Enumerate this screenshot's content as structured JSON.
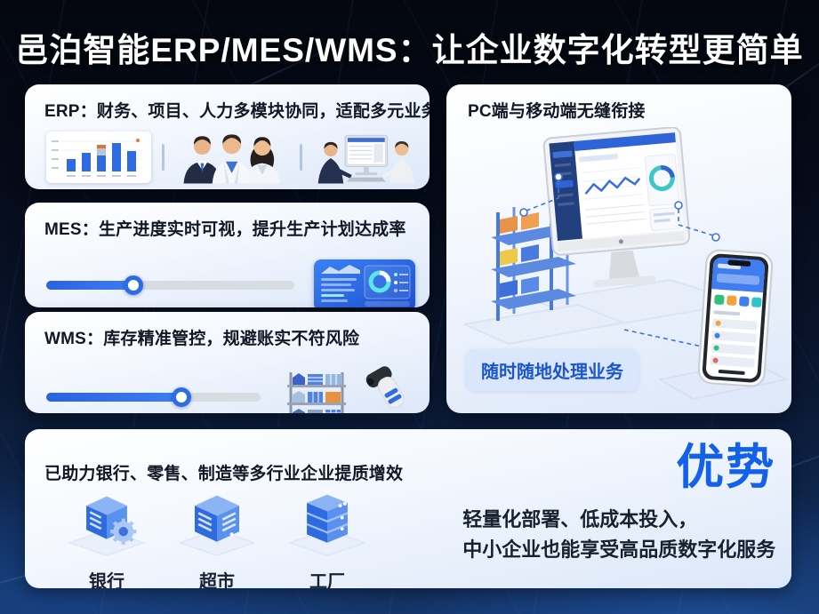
{
  "page": {
    "title": "邑泊智能ERP/MES/WMS：让企业数字化转型更简单"
  },
  "erp_card": {
    "heading": "ERP：财务、项目、人力多模块协同，适配多元业务场景"
  },
  "mes_card": {
    "heading": "MES：生产进度实时可视，提升生产计划达成率",
    "progress_percent": 35
  },
  "wms_card": {
    "heading": "WMS：库存精准管控，规避账实不符风险",
    "progress_percent": 63
  },
  "pc_card": {
    "heading": "PC端与移动端无缝衔接",
    "badge": "随时随地处理业务"
  },
  "industries_card": {
    "heading": "已助力银行、零售、制造等多行业企业提质增效",
    "items": [
      {
        "label": "银行",
        "icon": "bank-3d-icon"
      },
      {
        "label": "超市",
        "icon": "supermarket-3d-icon"
      },
      {
        "label": "工厂",
        "icon": "factory-3d-icon"
      }
    ]
  },
  "advantage": {
    "title": "优势",
    "lines": [
      "轻量化部署、低成本投入，",
      "中小企业也能享受高品质数字化服务"
    ]
  },
  "colors": {
    "accent_blue": "#1c64e8",
    "slider_fill": "#2e6be6",
    "badge_bg": "#d9e6fb",
    "badge_text": "#1b55cc",
    "card_bg_top": "#ffffff",
    "card_bg_bottom": "#dce7f8",
    "background_navy": "#0a1730",
    "heading_text": "#101725"
  }
}
